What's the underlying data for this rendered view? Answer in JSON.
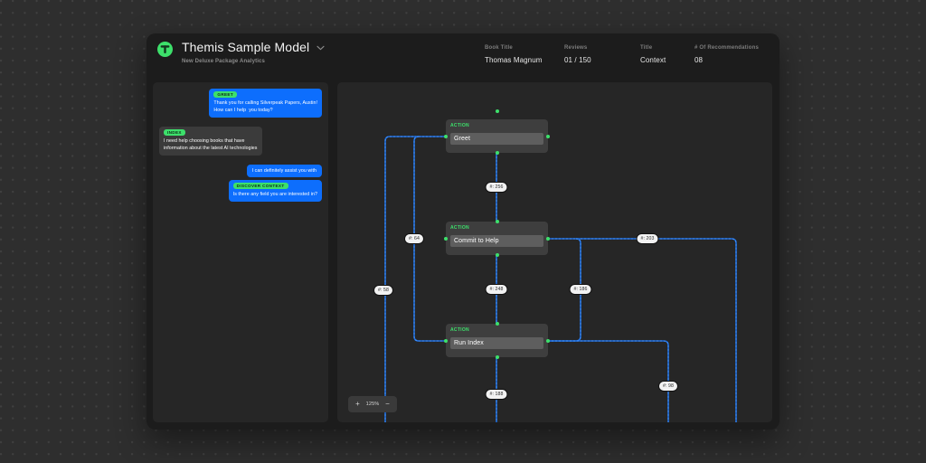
{
  "header": {
    "logo_icon": "themis-logo-icon",
    "title": "Themis Sample Model",
    "subtitle": "New Deluxe Package Analytics",
    "dropdown_icon": "chevron-down-icon",
    "meta": [
      {
        "label": "Book Title",
        "value": "Thomas Magnum"
      },
      {
        "label": "Reviews",
        "value": "01 / 150"
      },
      {
        "label": "Title",
        "value": "Context"
      },
      {
        "label": "# Of Recommendations",
        "value": "08"
      }
    ]
  },
  "chat": {
    "messages": [
      {
        "side": "right",
        "variant": "out",
        "tag": "GREET",
        "line1": "Thank you for calling Silverpeak Papers, Austin!",
        "highlight": "How can I help",
        "line2": "you today?"
      },
      {
        "side": "left",
        "variant": "in",
        "tag": "INDEX",
        "line1": "I need help choosing books that have",
        "line2": "information about the latest AI technologies"
      },
      {
        "side": "right",
        "variant": "out",
        "tag": "",
        "line1": "I can definitely assist you with"
      },
      {
        "side": "right",
        "variant": "out",
        "tag": "DISCOVER CONTEXT",
        "line1": "Is there any field you are interested in?"
      }
    ]
  },
  "flow": {
    "nodes": [
      {
        "kind": "ACTION",
        "value": "Greet"
      },
      {
        "kind": "ACTION",
        "value": "Commit to Help"
      },
      {
        "kind": "ACTION",
        "value": "Run Index"
      }
    ],
    "edge_labels": [
      "#: 256",
      "#: 64",
      "#: 58",
      "#: 248",
      "#: 203",
      "#: 186",
      "#: 188",
      "#: 98"
    ],
    "zoom": {
      "increase_label": "+",
      "value": "125%",
      "decrease_label": "−"
    }
  },
  "colors": {
    "accent_green": "#3de06b",
    "edge_blue": "#1f6fe0",
    "bubble_blue": "#0d6efd",
    "canvas_bg": "#262626",
    "window_bg": "#1c1c1c"
  }
}
